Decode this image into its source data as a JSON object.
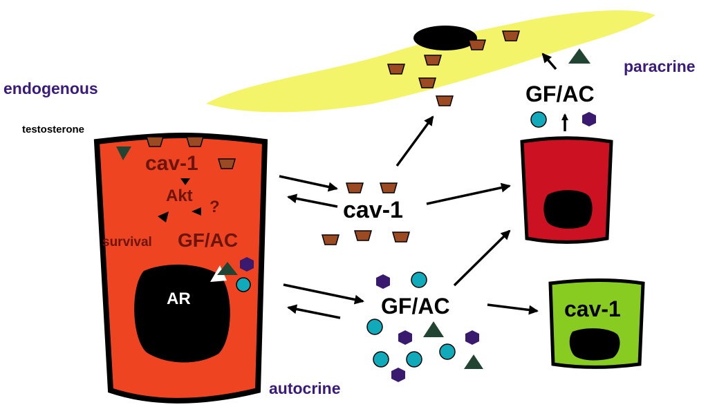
{
  "labels": {
    "endogenous": "endogenous",
    "paracrine": "paracrine",
    "autocrine": "autocrine",
    "testosterone": "testosterone",
    "main_cav1": "cav-1",
    "akt": "Akt",
    "question": "?",
    "survival": "survival",
    "main_gfac": "GF/AC",
    "ar": "AR",
    "center_cav1": "cav-1",
    "center_gfac": "GF/AC",
    "paracrine_gfac": "GF/AC",
    "green_cell_cav1": "cav-1"
  },
  "colors": {
    "main_cell": "#ee4422",
    "red_cell": "#cc1122",
    "green_cell": "#88cc22",
    "fibroblast": "#f4f46a",
    "caveolin": "#9b4a22",
    "teal": "#11aabb",
    "purple": "#3a1a6e",
    "triangle": "#224433",
    "label_purple": "#3a1a7a"
  }
}
